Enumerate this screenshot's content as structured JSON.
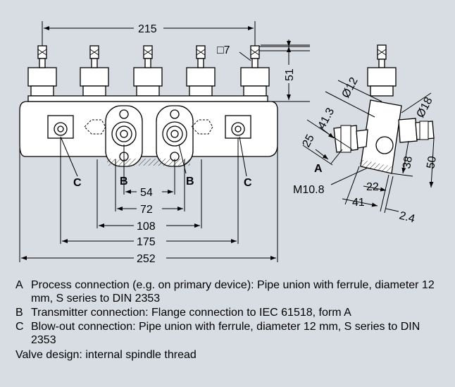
{
  "dimensions": {
    "d215": "215",
    "d7": "□7",
    "d51": "51",
    "d54": "54",
    "d72": "72",
    "d108": "108",
    "d175": "175",
    "d252": "252",
    "d12": "Ø12",
    "d41_3": "41.3",
    "d25": "25",
    "d18": "Ø18",
    "d38": "38",
    "d50": "50",
    "d22": "22",
    "d41": "41",
    "d2_4": "2.4",
    "m10": "M10.8"
  },
  "labels": {
    "a": "A",
    "b": "B",
    "c": "C"
  },
  "legend": {
    "items": [
      {
        "key": "A",
        "text": "Process connection (e.g. on primary device): Pipe union with ferrule, diameter 12 mm, S series to DIN 2353"
      },
      {
        "key": "B",
        "text": "Transmitter connection: Flange connection to IEC 61518, form A"
      },
      {
        "key": "C",
        "text": "Blow-out connection: Pipe union with ferrule, diameter 12 mm, S series to DIN 2353"
      }
    ],
    "note": "Valve design: internal spindle thread"
  }
}
